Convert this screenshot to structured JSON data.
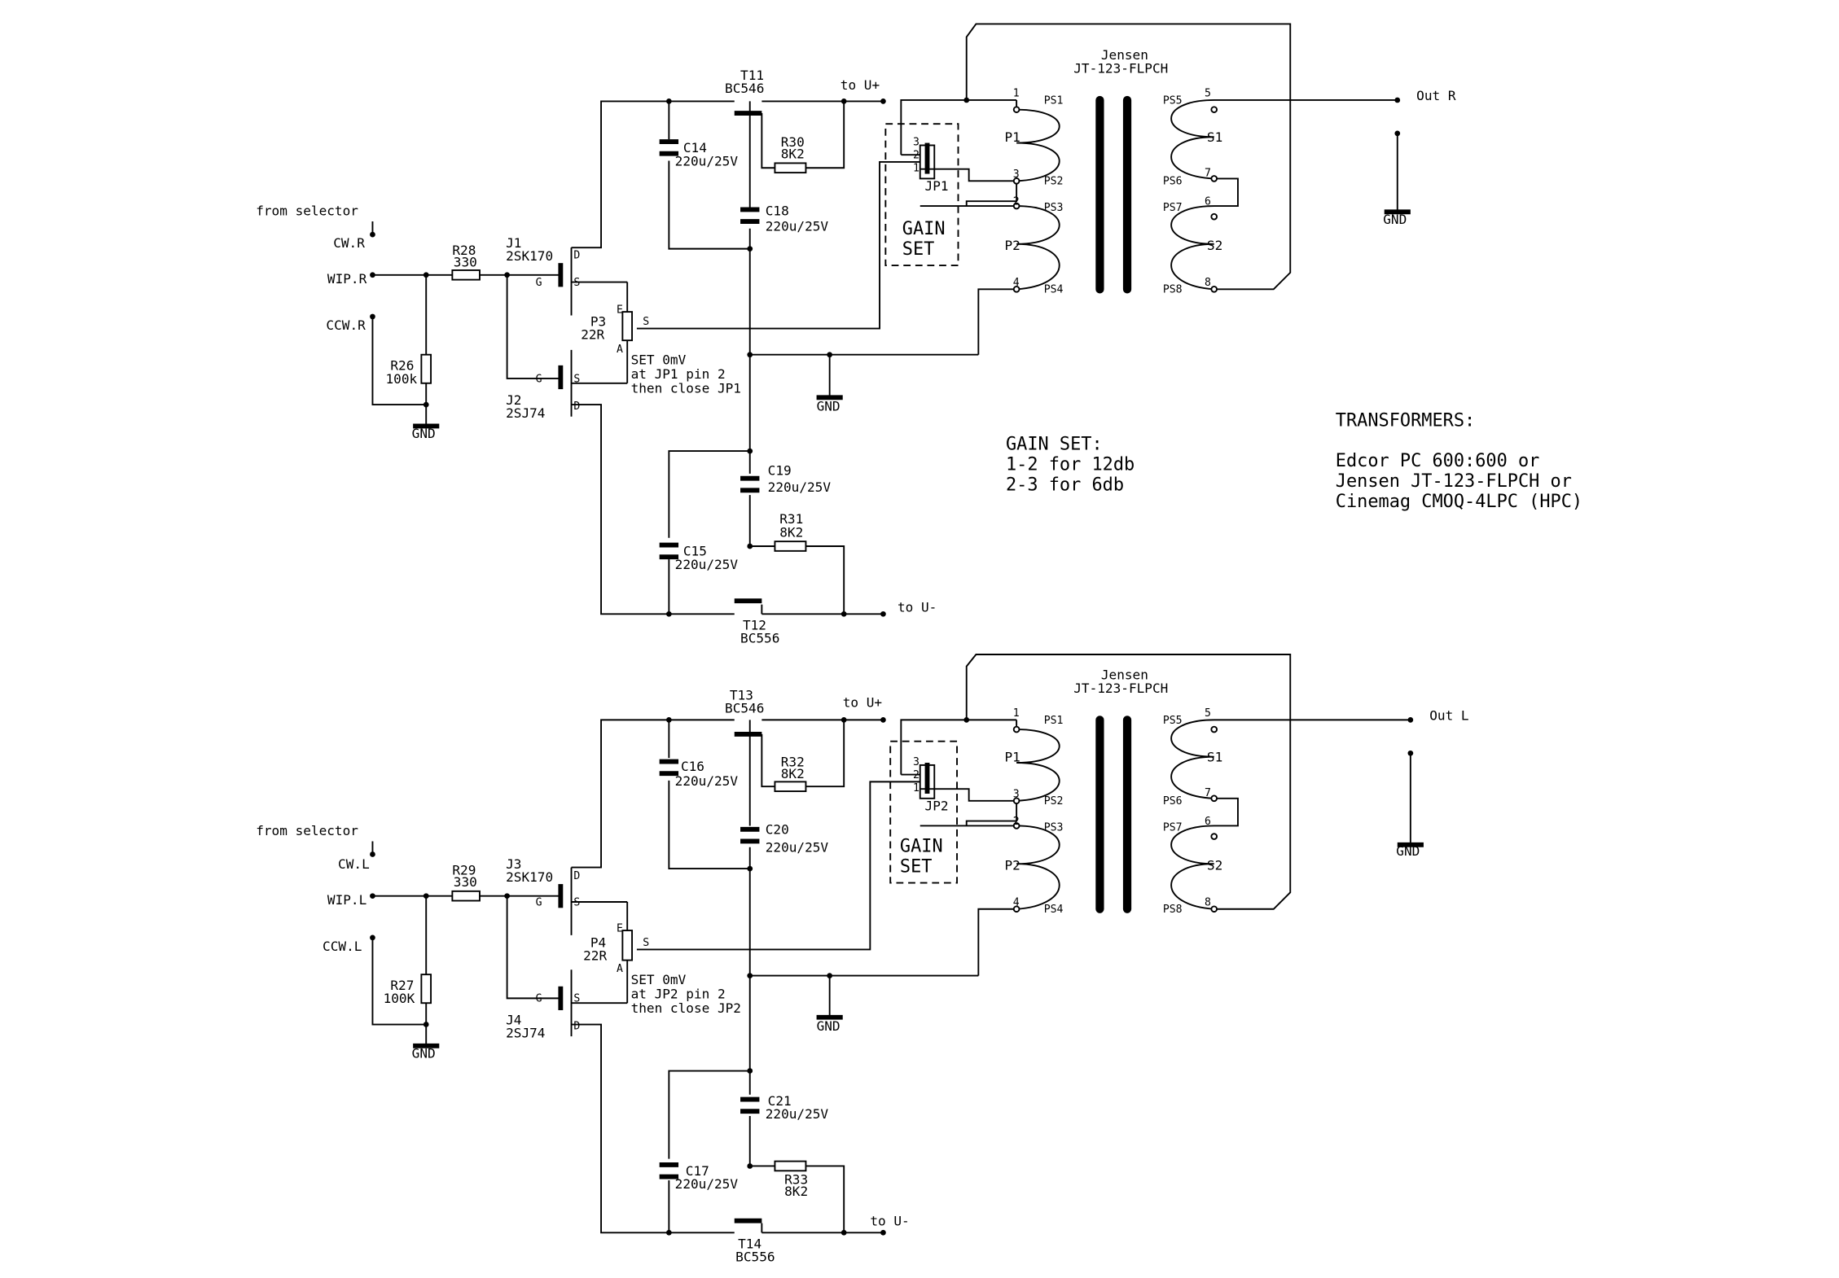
{
  "channels": [
    {
      "key": "r",
      "from_selector": "from selector",
      "cw": "CW.R",
      "wip": "WIP.R",
      "ccw": "CCW.R",
      "gnd_input": "GND",
      "r_series": {
        "name": "R28",
        "value": "330"
      },
      "r_load": {
        "name": "R26",
        "value": "100k"
      },
      "jfet_n": {
        "name": "J1",
        "part": "2SK170"
      },
      "jfet_p": {
        "name": "J2",
        "part": "2SJ74"
      },
      "trim": {
        "name": "P3",
        "value": "22R"
      },
      "set_note": [
        "SET 0mV",
        "at JP1 pin 2",
        "then close JP1"
      ],
      "npn": {
        "name": "T11",
        "part": "BC546"
      },
      "pnp": {
        "name": "T12",
        "part": "BC556"
      },
      "cap_top_outer": {
        "name": "C14",
        "value": "220u/25V"
      },
      "cap_top_inner": {
        "name": "C18",
        "value": "220u/25V"
      },
      "cap_bot_inner": {
        "name": "C19",
        "value": "220u/25V"
      },
      "cap_bot_outer": {
        "name": "C15",
        "value": "220u/25V"
      },
      "r_top": {
        "name": "R30",
        "value": "8K2"
      },
      "r_bot": {
        "name": "R31",
        "value": "8K2"
      },
      "supply_pos": "to U+",
      "supply_neg": "to U-",
      "gnd_mid": "GND",
      "jumper": "JP1",
      "gain_box": [
        "GAIN",
        "SET"
      ],
      "transformer_brand": "Jensen",
      "transformer_part": "JT-123-FLPCH",
      "primary_1": "P1",
      "primary_2": "P2",
      "secondary_1": "S1",
      "secondary_2": "S2",
      "output": "Out R",
      "gnd_output": "GND"
    },
    {
      "key": "l",
      "from_selector": "from selector",
      "cw": "CW.L",
      "wip": "WIP.L",
      "ccw": "CCW.L",
      "gnd_input": "GND",
      "r_series": {
        "name": "R29",
        "value": "330"
      },
      "r_load": {
        "name": "R27",
        "value": "100K"
      },
      "jfet_n": {
        "name": "J3",
        "part": "2SK170"
      },
      "jfet_p": {
        "name": "J4",
        "part": "2SJ74"
      },
      "trim": {
        "name": "P4",
        "value": "22R"
      },
      "set_note": [
        "SET 0mV",
        "at JP2 pin 2",
        "then close JP2"
      ],
      "npn": {
        "name": "T13",
        "part": "BC546"
      },
      "pnp": {
        "name": "T14",
        "part": "BC556"
      },
      "cap_top_outer": {
        "name": "C16",
        "value": "220u/25V"
      },
      "cap_top_inner": {
        "name": "C20",
        "value": "220u/25V"
      },
      "cap_bot_inner": {
        "name": "C21",
        "value": "220u/25V"
      },
      "cap_bot_outer": {
        "name": "C17",
        "value": "220u/25V"
      },
      "r_top": {
        "name": "R32",
        "value": "8K2"
      },
      "r_bot": {
        "name": "R33",
        "value": "8K2"
      },
      "supply_pos": "to U+",
      "supply_neg": "to U-",
      "gnd_mid": "GND",
      "jumper": "JP2",
      "gain_box": [
        "GAIN",
        "SET"
      ],
      "transformer_brand": "Jensen",
      "transformer_part": "JT-123-FLPCH",
      "primary_1": "P1",
      "primary_2": "P2",
      "secondary_1": "S1",
      "secondary_2": "S2",
      "output": "Out L",
      "gnd_output": "GND"
    }
  ],
  "pins": {
    "jfet_d": "D",
    "jfet_s": "S",
    "jfet_g": "G",
    "trim_a": "A",
    "trim_e": "E",
    "trim_s": "S",
    "jp": [
      "3",
      "2",
      "1"
    ],
    "prim": [
      "1",
      "3",
      "2",
      "4"
    ],
    "sec": [
      "5",
      "7",
      "6",
      "8"
    ],
    "pad_prim": [
      "PS1",
      "PS2",
      "PS3",
      "PS4"
    ],
    "pad_sec": [
      "PS5",
      "PS6",
      "PS7",
      "PS8"
    ]
  },
  "notes": {
    "gain_title": "GAIN SET:",
    "gain_lines": [
      "1-2 for 12db",
      "2-3 for 6db"
    ],
    "transformers_title": "TRANSFORMERS:",
    "transformers_lines": [
      "Edcor PC 600:600 or",
      "Jensen JT-123-FLPCH or",
      "Cinemag CMOQ-4LPC (HPC)"
    ]
  }
}
